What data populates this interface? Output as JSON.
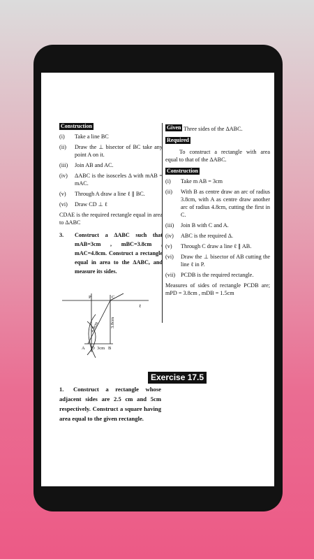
{
  "left": {
    "construction_header": "Construction",
    "steps": [
      {
        "n": "(i)",
        "t": "Take a line BC"
      },
      {
        "n": "(ii)",
        "t": "Draw the ⊥ bisector of BC take any point A on it."
      },
      {
        "n": "(iii)",
        "t": "Join AB and AC."
      },
      {
        "n": "(iv)",
        "t": "ΔABC is the isosceles Δ with mAB = mAC."
      },
      {
        "n": "(v)",
        "t": "Through A draw a line ℓ ∥ BC."
      },
      {
        "n": "(vi)",
        "t": "Draw CD ⊥ ℓ"
      }
    ],
    "conclusion": "CDAE is the required rectangle equal in area to ΔABC",
    "q3_num": "3.",
    "q3_text": "Construct a ΔABC such that mAB=3cm , mBC=3.8cm , mAC=4.8cm. Construct a rectangle equal in area to the ΔABC, and measure its sides."
  },
  "figure": {
    "labels": [
      "P",
      "C",
      "ℓ",
      "4.8cm",
      "3.8cm",
      "A",
      "D",
      "3cm",
      "B"
    ]
  },
  "right": {
    "given_header": "Given",
    "given_text": "Three sides of the ΔABC.",
    "required_header": "Required",
    "required_text": "To construct a rectangle with area equal to that of the ΔABC.",
    "construction_header": "Construction",
    "steps": [
      {
        "n": "(i)",
        "t": "Take m AB = 3cm"
      },
      {
        "n": "(ii)",
        "t": "With B as centre draw an arc of radius 3.8cm, with A as centre draw another arc of radius 4.8cm, cutting the first in C."
      },
      {
        "n": "(iii)",
        "t": "Join B with C and A."
      },
      {
        "n": "(iv)",
        "t": "ABC is the required Δ."
      },
      {
        "n": "(v)",
        "t": "Through C draw a line ℓ ∥ AB."
      },
      {
        "n": "(vi)",
        "t": "Draw the ⊥ bisector of AB cutting the line ℓ in P."
      },
      {
        "n": "(vii)",
        "t": "PCDB is the required rectangle."
      }
    ],
    "measures": "Measures of sides of rectangle PCDB are; mPD = 3.8cm , mDB = 1.5cm"
  },
  "exercise": {
    "title": "Exercise 17.5",
    "q1_num": "1.",
    "q1_text": "Construct a rectangle whose adjacent sides are 2.5 cm and 5cm respectively. Construct a square having area equal to the given rectangle."
  }
}
